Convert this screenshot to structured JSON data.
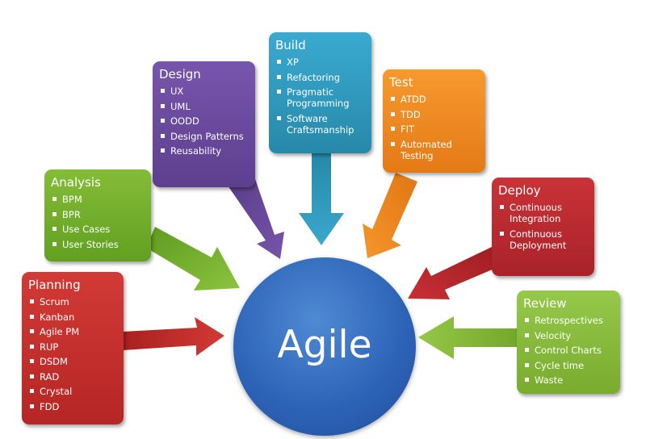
{
  "center": {
    "label": "Agile",
    "color": "#2c62b6"
  },
  "boxes": [
    {
      "title": "Planning",
      "color": "#c8302e",
      "items": [
        "Scrum",
        "Kanban",
        "Agile PM",
        "RUP",
        "DSDM",
        "RAD",
        "Crystal",
        "FDD"
      ]
    },
    {
      "title": "Analysis",
      "color": "#72ab2b",
      "items": [
        "BPM",
        "BPR",
        "Use Cases",
        "User Stories"
      ]
    },
    {
      "title": "Design",
      "color": "#6b4a9a",
      "items": [
        "UX",
        "UML",
        "OODD",
        "Design Patterns",
        "Reusability"
      ]
    },
    {
      "title": "Build",
      "color": "#2f9dbd",
      "items": [
        "XP",
        "Refactoring",
        "Pragmatic Programming",
        "Software Craftsmanship"
      ]
    },
    {
      "title": "Test",
      "color": "#f08a1f",
      "items": [
        "ATDD",
        "TDD",
        "FIT",
        "Automated Testing"
      ]
    },
    {
      "title": "Deploy",
      "color": "#b8272c",
      "items": [
        "Continuous Integration",
        "Continuous Deployment"
      ]
    },
    {
      "title": "Review",
      "color": "#84b73a",
      "items": [
        "Retrospectives",
        "Velocity",
        "Control Charts",
        "Cycle time",
        "Waste"
      ]
    }
  ]
}
